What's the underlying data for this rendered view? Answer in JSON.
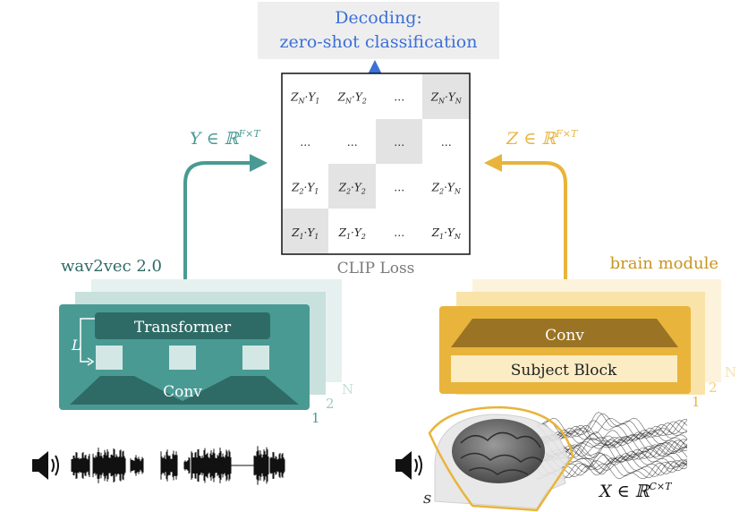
{
  "decoding": {
    "line1": "Decoding:",
    "line2": "zero-shot classification"
  },
  "audio_embedding": {
    "text": "Y ∈ ℝ",
    "sup": "F×T"
  },
  "brain_embedding": {
    "text": "Z ∈ ℝ",
    "sup": "F×T"
  },
  "matrix": {
    "rows": [
      [
        "Z_N.Y_1",
        "Z_N.Y_2",
        "…",
        "Z_N.Y_N"
      ],
      [
        "…",
        "…",
        "…",
        "…"
      ],
      [
        "Z_2.Y_1",
        "Z_2.Y_2",
        "…",
        "Z_2.Y_N"
      ],
      [
        "Z_1.Y_1",
        "Z_1.Y_2",
        "…",
        "Z_1.Y_N"
      ]
    ],
    "caption": "CLIP Loss"
  },
  "wav2vec": {
    "title": "wav2vec 2.0",
    "transformer": "Transformer",
    "conv": "Conv",
    "loop_label": "L",
    "stack": [
      "1",
      "2",
      "N"
    ]
  },
  "brain": {
    "title": "brain module",
    "conv": "Conv",
    "subject_block": "Subject Block",
    "stack": [
      "1",
      "2",
      "N"
    ]
  },
  "meg": {
    "label": "X ∈ ℝ",
    "sup": "C×T",
    "subject": "s"
  },
  "colors": {
    "teal": "#4a9a94",
    "teal_dark": "#2f6b66",
    "teal_light": "#d3e8e5",
    "gold": "#e8b43c",
    "gold_dark": "#9a7424",
    "gold_light": "#fbecc4",
    "blue": "#3c6fd8",
    "gray_cell": "#e3e3e3"
  },
  "icons": [
    "speaker-icon",
    "waveform",
    "brain-head",
    "meg-signals"
  ]
}
